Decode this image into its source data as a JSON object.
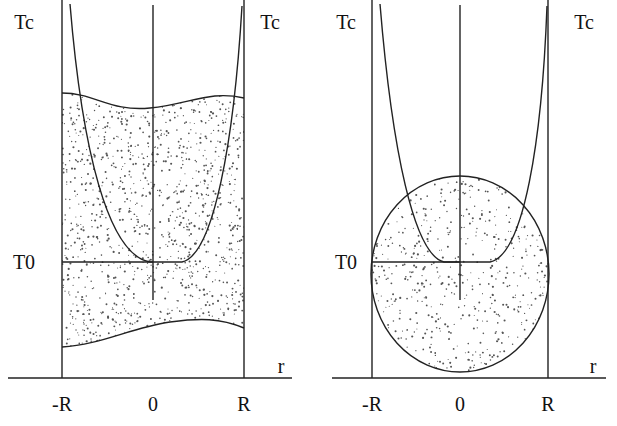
{
  "diagram": {
    "labels": [
      "Tc",
      "Tc",
      "T0",
      "-R",
      "0",
      "R",
      "r",
      "Tc",
      "Tc",
      "T0",
      "-R",
      "0",
      "R",
      "r"
    ]
  }
}
